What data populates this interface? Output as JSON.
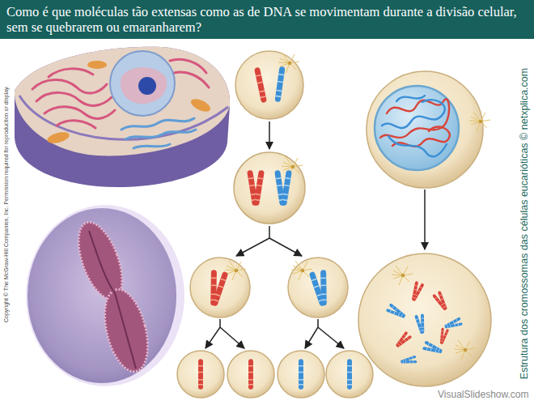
{
  "diagram": {
    "title": "Como é que moléculas tão extensas como as de DNA se movimentam durante a divisão celular, sem se quebrarem ou emaranharem?",
    "labels": [
      "Copyright © The McGraw-Hill Companies, Inc. Permission required for reproduction or display.",
      "Estrutura dos cromossomas das células eucarióticas © netxplica.com",
      "VisualSlideshow.com"
    ]
  }
}
